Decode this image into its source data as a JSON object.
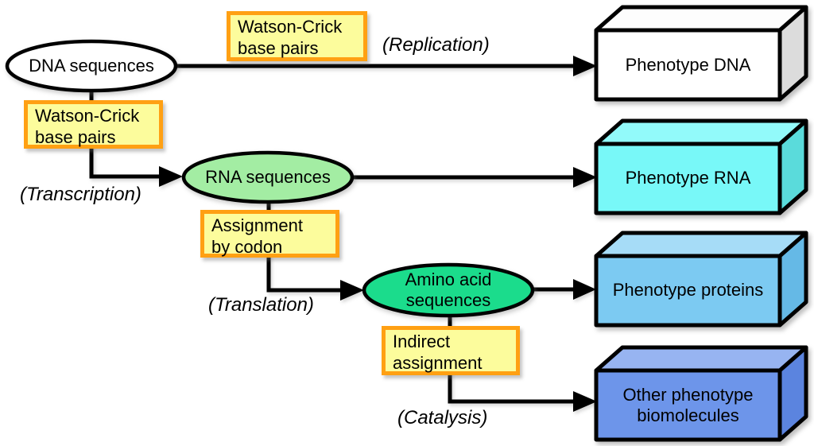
{
  "diagram": {
    "background": "#FFFFFF",
    "nodes": {
      "dna": {
        "label": "DNA sequences",
        "fill": "#FFFFFF"
      },
      "rna": {
        "label": "RNA sequences",
        "fill": "#A3EDA3"
      },
      "amino": {
        "line1": "Amino acid",
        "line2": "sequences",
        "fill": "#1BDC8C"
      }
    },
    "mapping_boxes": {
      "fill": "#FCFC9C",
      "border_color": "#FFA013",
      "wc_top": {
        "line1": "Watson-Crick",
        "line2": "base pairs"
      },
      "wc_left": {
        "line1": "Watson-Crick",
        "line2": "base pairs"
      },
      "codon": {
        "line1": "Assignment",
        "line2": "by codon"
      },
      "indirect": {
        "line1": "Indirect",
        "line2": "assignment"
      }
    },
    "process_labels": {
      "replication": "(Replication)",
      "transcription": "(Transcription)",
      "translation": "(Translation)",
      "catalysis": "(Catalysis)"
    },
    "phenotype_boxes": {
      "dna": {
        "label": "Phenotype DNA",
        "front": "#FFFFFF",
        "top": "#FDFDFD",
        "side": "#DCDCDC"
      },
      "rna": {
        "label": "Phenotype RNA",
        "front": "#78F8F8",
        "top": "#92FAFA",
        "side": "#5ADBDB"
      },
      "proteins": {
        "label": "Phenotype proteins",
        "front": "#7CCAF2",
        "top": "#A6DCF7",
        "side": "#65B9E6"
      },
      "other": {
        "line1": "Other phenotype",
        "line2": "biomolecules",
        "front": "#6D95EA",
        "top": "#97B4F1",
        "side": "#5B84DF"
      }
    },
    "arrow_color": "#000000"
  }
}
